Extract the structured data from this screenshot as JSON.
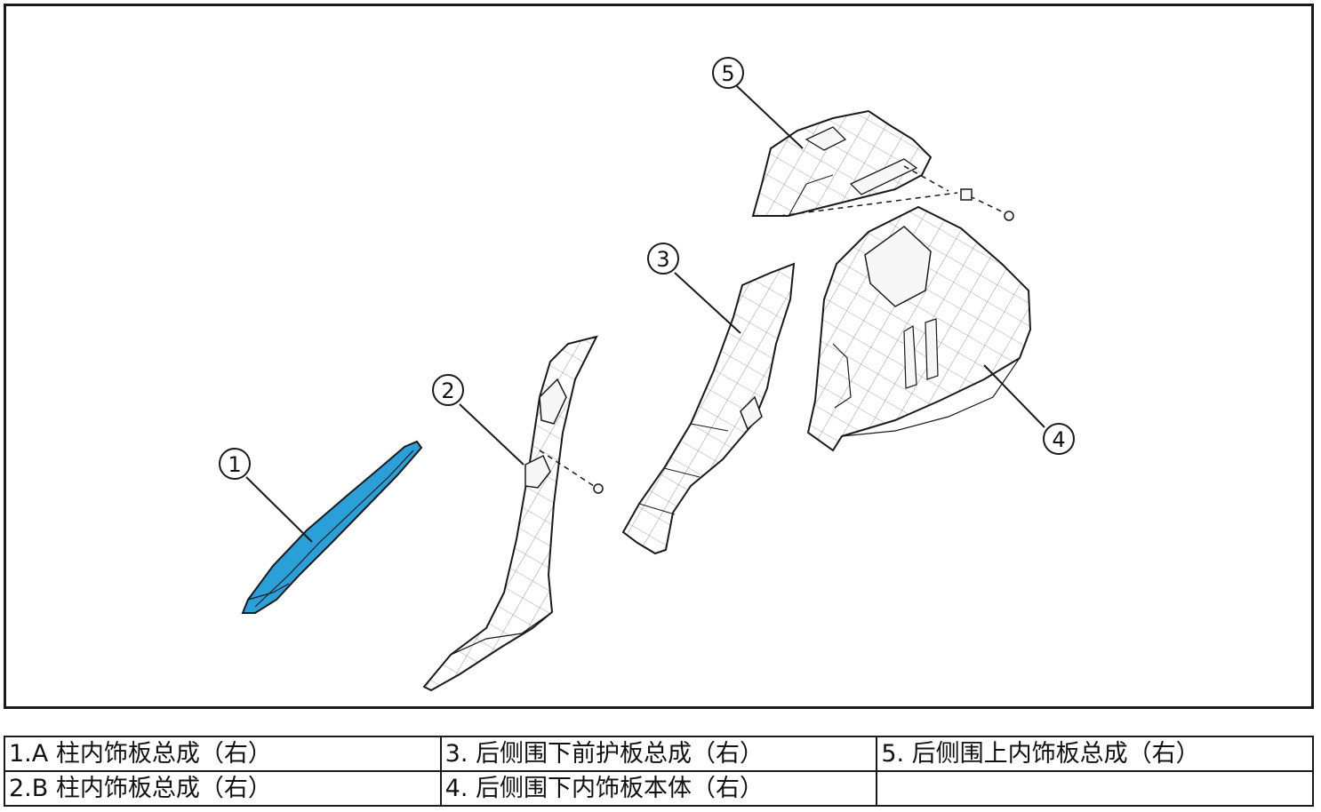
{
  "diagram": {
    "callouts": [
      {
        "num": "1"
      },
      {
        "num": "2"
      },
      {
        "num": "3"
      },
      {
        "num": "4"
      },
      {
        "num": "5"
      }
    ],
    "colors": {
      "highlight": "#2b9fd8",
      "line": "#1a1a1a",
      "part_fill": "#f7f7f7"
    }
  },
  "legend": {
    "rows": [
      [
        "1.A 柱内饰板总成（右）",
        "3. 后侧围下前护板总成（右）",
        "5. 后侧围上内饰板总成（右）"
      ],
      [
        "2.B 柱内饰板总成（右）",
        "4. 后侧围下内饰板本体（右）",
        ""
      ]
    ]
  }
}
